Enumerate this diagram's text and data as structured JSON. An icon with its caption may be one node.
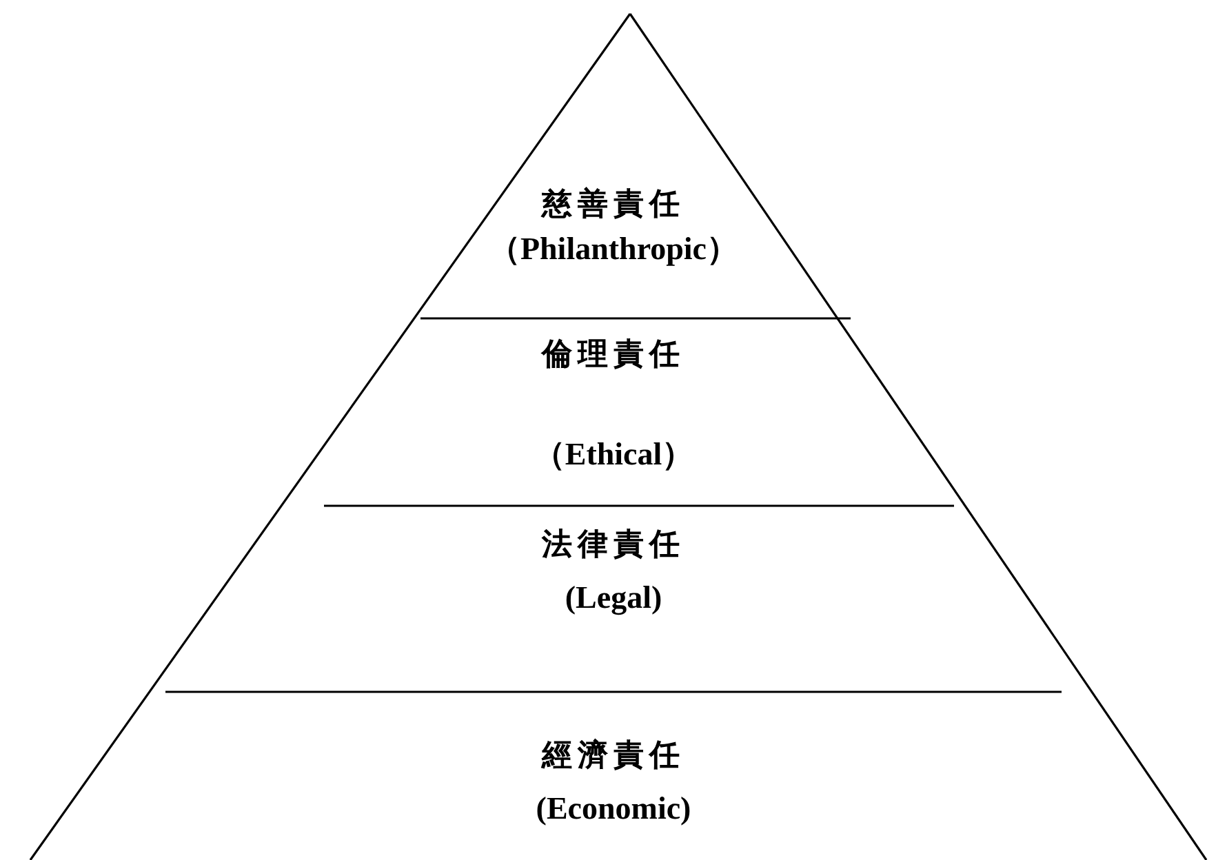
{
  "diagram": {
    "nodes": [
      {
        "text": [
          "慈善責任",
          "（Philanthropic）"
        ]
      },
      {
        "text": [
          "倫理責任",
          "（Ethical）"
        ]
      },
      {
        "text": [
          "法律責任",
          "(Legal)"
        ]
      },
      {
        "text": [
          "經濟責任",
          "(Economic)"
        ]
      }
    ]
  }
}
